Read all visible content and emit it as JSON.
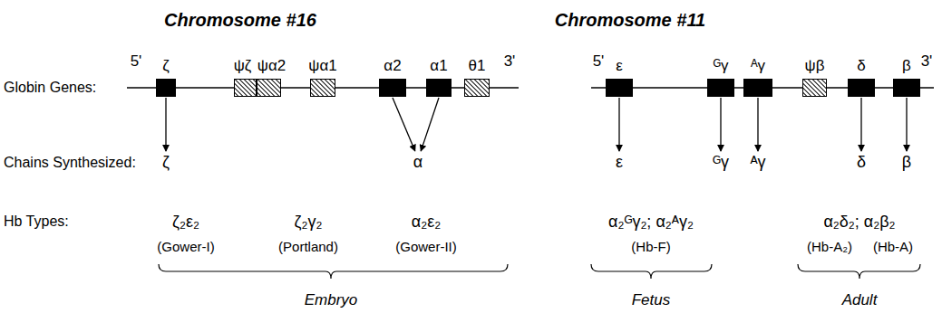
{
  "diagram": {
    "nodes": [
      {
        "text": [
          "ζ"
        ]
      },
      {
        "text": [
          "ψζ"
        ]
      },
      {
        "text": [
          "ψα2"
        ]
      },
      {
        "text": [
          "ψα1"
        ]
      },
      {
        "text": [
          "α2"
        ]
      },
      {
        "text": [
          "α1"
        ]
      },
      {
        "text": [
          "θ1"
        ]
      },
      {
        "text": [
          "ε"
        ]
      },
      {
        "text": [
          "ᴳγ"
        ]
      },
      {
        "text": [
          "ᴬγ"
        ]
      },
      {
        "text": [
          "ψβ"
        ]
      },
      {
        "text": [
          "δ"
        ]
      },
      {
        "text": [
          "β"
        ]
      },
      {
        "text": [
          "ζ"
        ]
      },
      {
        "text": [
          "α"
        ]
      },
      {
        "text": [
          "ε"
        ]
      },
      {
        "text": [
          "ᴳγ"
        ]
      },
      {
        "text": [
          "ᴬγ"
        ]
      },
      {
        "text": [
          "δ"
        ]
      },
      {
        "text": [
          "β"
        ]
      }
    ],
    "edges": [
      {
        "from": 0,
        "to": 13,
        "arrow": "to"
      },
      {
        "from": 4,
        "to": 14,
        "arrow": "to"
      },
      {
        "from": 5,
        "to": 14,
        "arrow": "to"
      },
      {
        "from": 7,
        "to": 15,
        "arrow": "to"
      },
      {
        "from": 8,
        "to": 16,
        "arrow": "to"
      },
      {
        "from": 9,
        "to": 17,
        "arrow": "to"
      },
      {
        "from": 11,
        "to": 18,
        "arrow": "to"
      },
      {
        "from": 12,
        "to": 19,
        "arrow": "to"
      }
    ],
    "labels": [
      "Chromosome #16",
      "Chromosome #11",
      "Globin Genes:",
      "Chains Synthesized:",
      "Hb Types:",
      "5'",
      "3'",
      "5'",
      "3'",
      "ζ₂ε₂",
      "(Gower-I)",
      "ζ₂γ₂",
      "(Portland)",
      "α₂ε₂",
      "(Gower-II)",
      "α₂ᴳγ₂; α₂ᴬγ₂",
      "(Hb-F)",
      "α₂δ₂; α₂β₂",
      "(Hb-A₂)",
      "(Hb-A)",
      "Embryo",
      "Fetus",
      "Adult"
    ]
  }
}
